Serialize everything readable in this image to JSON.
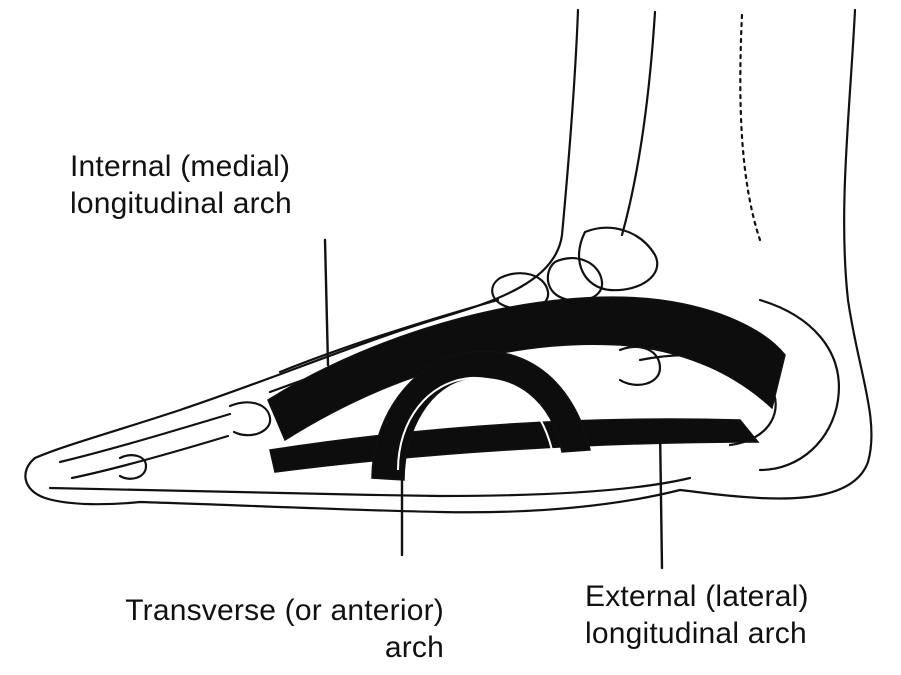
{
  "labels": {
    "internal_arch": {
      "line1": "Internal (medial)",
      "line2": "longitudinal arch"
    },
    "external_arch": {
      "line1": "External (lateral)",
      "line2": "longitudinal arch"
    },
    "transverse_arch": {
      "line1": "Transverse (or anterior)",
      "line2": "arch"
    }
  },
  "colors": {
    "ink": "#111111",
    "arch_band": "#0d0d0d",
    "background": "#ffffff"
  }
}
